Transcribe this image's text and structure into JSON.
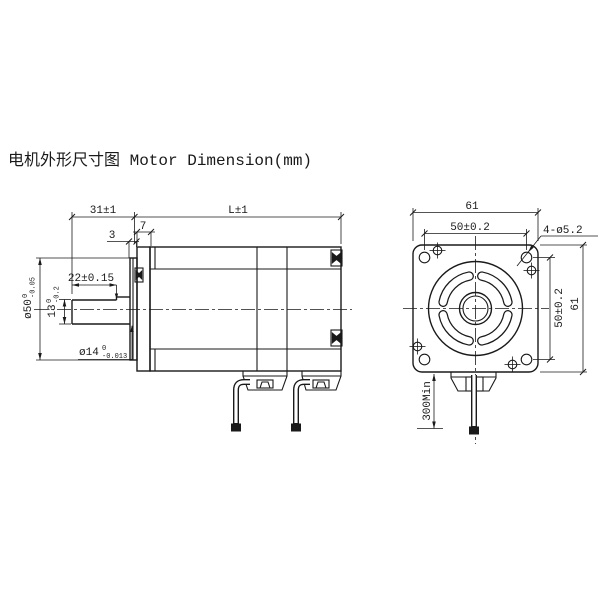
{
  "title": "电机外形尺寸图 Motor Dimension(mm)",
  "side_view": {
    "shaft_extension": "31±1",
    "body_length": "L±1",
    "front_cap_depth": "7",
    "boss_height": "3",
    "flat_length": "22±0.15",
    "flat_height": {
      "value": "13",
      "tol_upper": "0",
      "tol_lower": "-0.2"
    },
    "pilot_diameter": {
      "value": "ø50",
      "tol_upper": "0",
      "tol_lower": "-0.05"
    },
    "shaft_diameter": {
      "value": "ø14",
      "tol_upper": "0",
      "tol_lower": "-0.013"
    }
  },
  "front_view": {
    "flange_width": "61",
    "hole_spacing_horizontal": "50±0.2",
    "mounting_holes": "4-ø5.2",
    "hole_spacing_vertical": "50±0.2",
    "flange_height": "61",
    "lead_wire_length": "300Min"
  },
  "colors": {
    "line": "#1a1a1a",
    "background": "#ffffff"
  }
}
